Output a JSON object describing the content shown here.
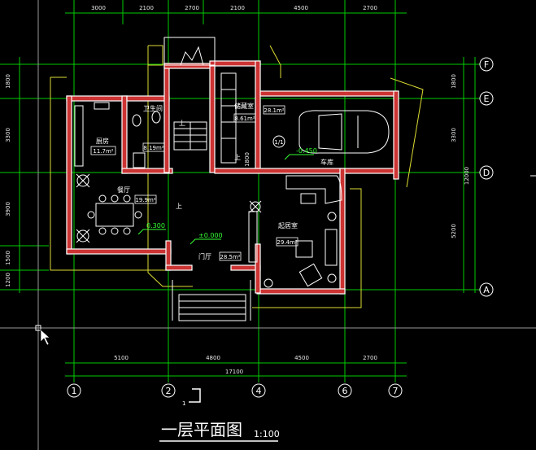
{
  "drawing": {
    "title": "一层平面图",
    "scale": "1:100",
    "section_mark": "1"
  },
  "colors": {
    "background": "#000000",
    "grid": "#00cc00",
    "axis_dash": "#cc2222",
    "wall": "#ffffff",
    "wall_fill": "#cc3333",
    "outline": "#dddd33",
    "text": "#ffffff",
    "level": "#33ff33"
  },
  "axes": {
    "vertical": [
      "1",
      "2",
      "4",
      "6",
      "7"
    ],
    "horizontal": [
      "F",
      "E",
      "D",
      "A"
    ]
  },
  "dimensions": {
    "top": [
      "3000",
      "2100",
      "2700",
      "2100",
      "4500",
      "2700"
    ],
    "bottom_segments": [
      "5100",
      "4800",
      "4500",
      "2700"
    ],
    "bottom_total": "17100",
    "left": [
      "1800",
      "3300",
      "3900",
      "1500",
      "1200"
    ],
    "right": [
      "1800",
      "3300",
      "5200"
    ],
    "right_total": "12000"
  },
  "rooms": {
    "kitchen": {
      "name": "厨房",
      "area": "11.7m²"
    },
    "toilet": {
      "name": "卫生间",
      "area": "8.19m²"
    },
    "storage": {
      "name": "储藏室",
      "area": "8.61m²"
    },
    "garage": {
      "name": "车库",
      "area": "28.1m²"
    },
    "dining": {
      "name": "餐厅",
      "area": "19.9m²"
    },
    "foyer": {
      "name": "门厅",
      "area": "28.5m²"
    },
    "living": {
      "name": "起居室",
      "area": "29.4m²"
    }
  },
  "labels": {
    "stairs_up_1": "上",
    "stairs_up_2": "上",
    "stairs_up_3": "上",
    "door_mark": "1800",
    "circle_mark": "1/1"
  },
  "levels": {
    "garage": "-0.450",
    "dining": "0.300",
    "foyer": "±0.000"
  }
}
